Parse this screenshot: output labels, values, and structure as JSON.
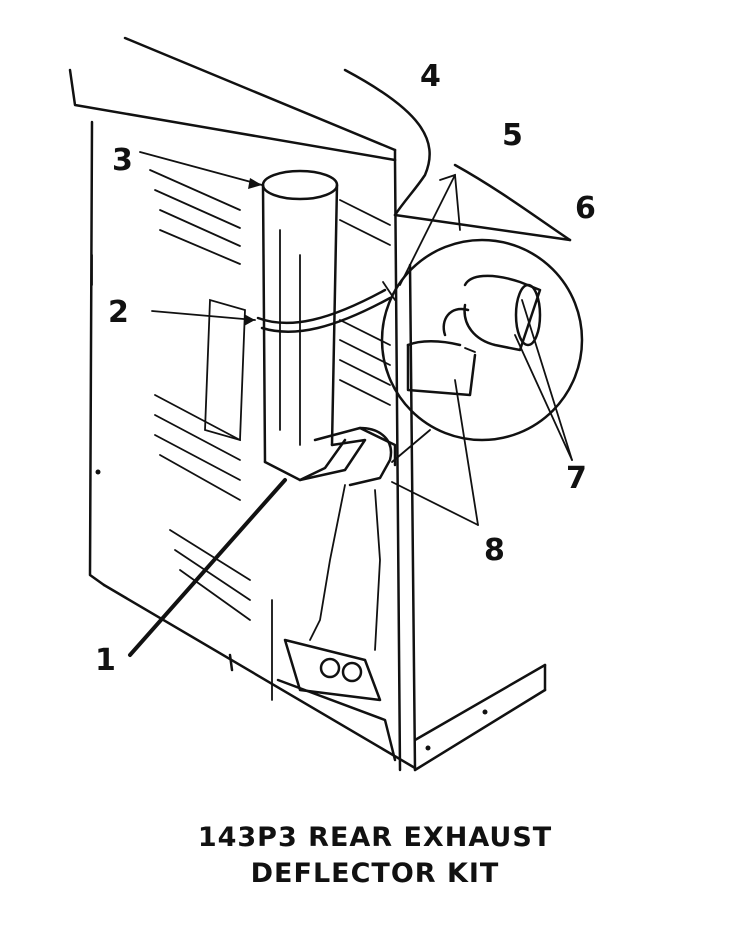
{
  "callouts": {
    "c1": "1",
    "c2": "2",
    "c3": "3",
    "c4": "4",
    "c5": "5",
    "c6": "6",
    "c7": "7",
    "c8": "8"
  },
  "caption": {
    "line1": "143P3 REAR EXHAUST",
    "line2": "DEFLECTOR KIT"
  }
}
